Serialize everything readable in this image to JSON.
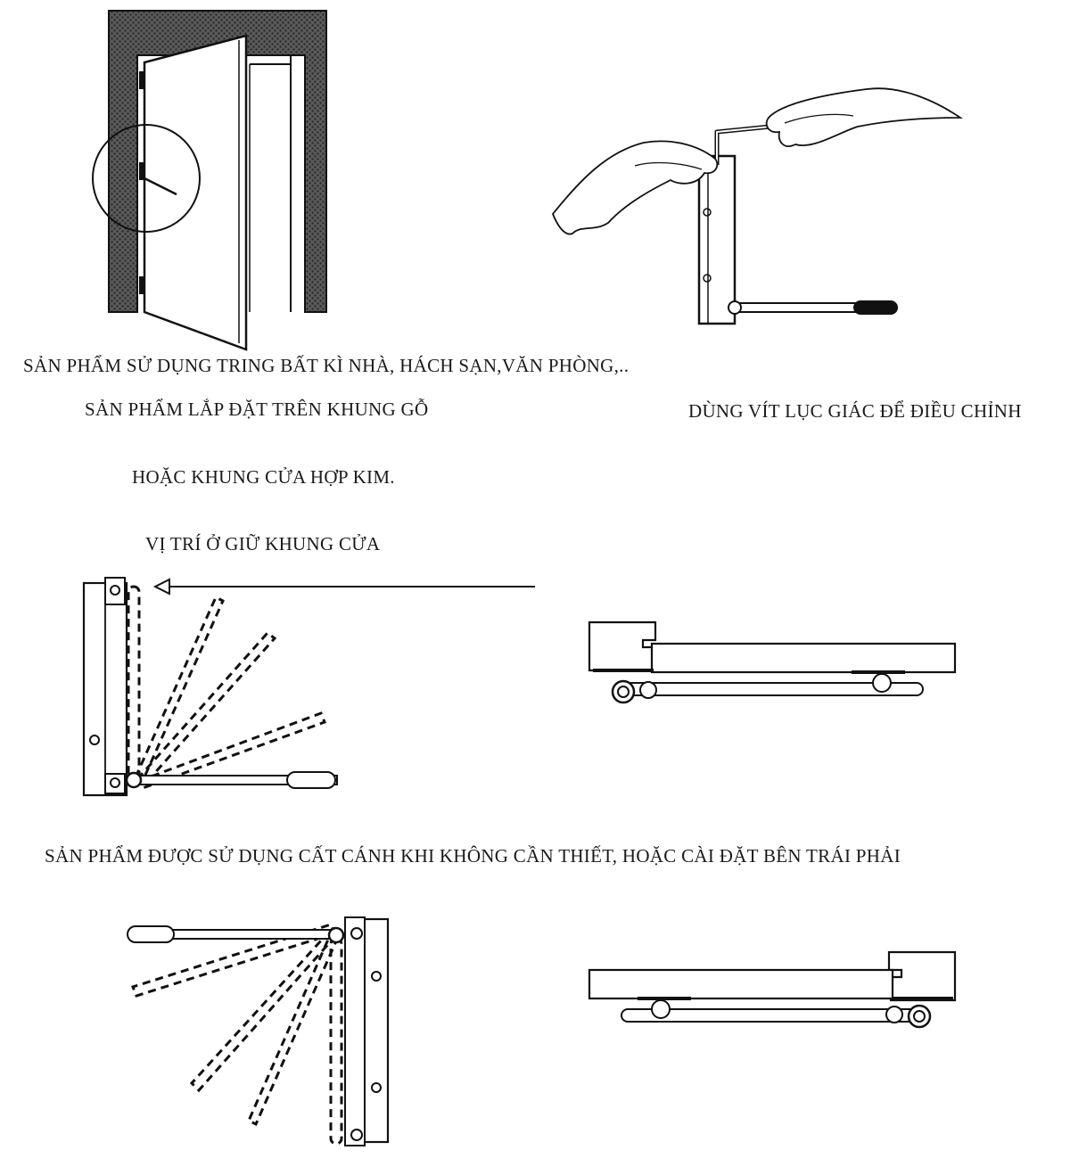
{
  "captions": {
    "usage": "SẢN PHẨM SỬ DỤNG TRING BẤT KÌ NHÀ, HÁCH SẠN,VĂN PHÒNG,..",
    "install_line1": "SẢN PHẨM LẮP ĐẶT TRÊN KHUNG GỖ",
    "adjust": "DÙNG VÍT LỤC GIÁC ĐỂ ĐIỀU CHỈNH",
    "install_line2": "HOẶC KHUNG CỬA HỢP KIM.",
    "position": "VỊ TRÍ Ở GIỮ KHUNG CỬA",
    "fold_usage": "SẢN PHẨM ĐƯỢC SỬ DỤNG CẤT CÁNH KHI KHÔNG CẦN THIẾT, HOẶC CÀI ĐẶT BÊN TRÁI PHẢI"
  },
  "icons": {
    "door": "door-with-holder-icon",
    "hands": "hex-key-adjust-icon",
    "swing_right": "arm-swing-right-icon",
    "swing_left": "arm-swing-left-icon",
    "side_left": "holder-side-view-left-icon",
    "side_right": "holder-side-view-right-icon"
  },
  "colors": {
    "ink": "#111111",
    "wall": "#4a4a4a"
  }
}
